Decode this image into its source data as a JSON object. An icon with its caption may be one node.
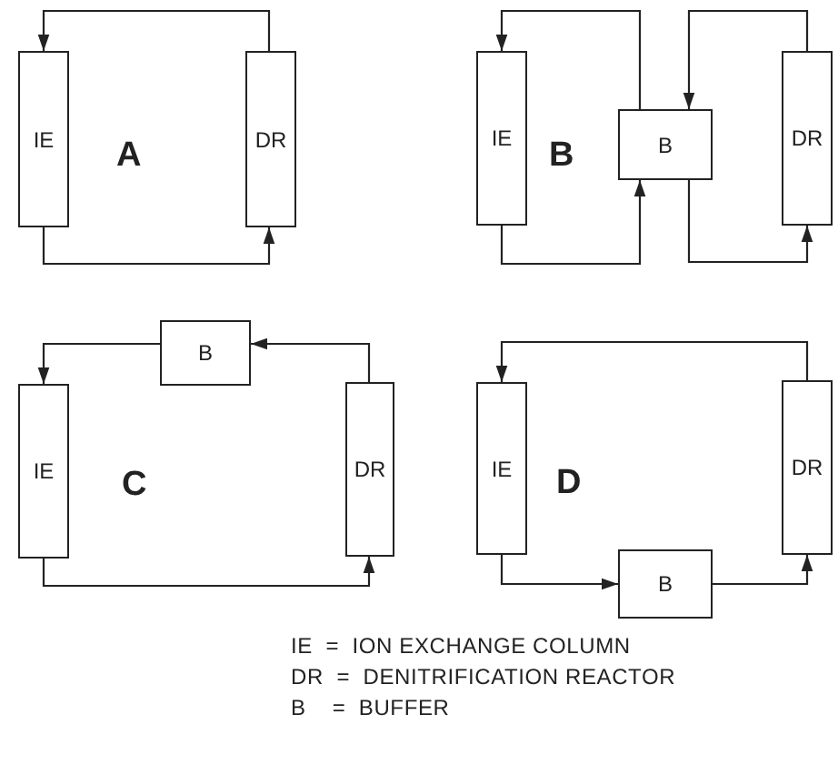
{
  "diagram": {
    "nodes": [
      {
        "text": [
          "IE"
        ]
      },
      {
        "text": [
          "DR"
        ]
      },
      {
        "text": [
          "IE"
        ]
      },
      {
        "text": [
          "B"
        ]
      },
      {
        "text": [
          "DR"
        ]
      },
      {
        "text": [
          "B"
        ]
      },
      {
        "text": [
          "IE"
        ]
      },
      {
        "text": [
          "DR"
        ]
      },
      {
        "text": [
          "IE"
        ]
      },
      {
        "text": [
          "DR"
        ]
      },
      {
        "text": [
          "B"
        ]
      }
    ],
    "edges": [
      {
        "from": 1,
        "to": 0,
        "arrow": "to"
      },
      {
        "from": 0,
        "to": 1,
        "arrow": "to"
      },
      {
        "from": 3,
        "to": 2,
        "arrow": "to"
      },
      {
        "from": 2,
        "to": 3,
        "arrow": "to"
      },
      {
        "from": 4,
        "to": 3,
        "arrow": "to"
      },
      {
        "from": 3,
        "to": 4,
        "arrow": "to"
      },
      {
        "from": 7,
        "to": 5,
        "arrow": "to"
      },
      {
        "from": 5,
        "to": 6,
        "arrow": "to"
      },
      {
        "from": 6,
        "to": 7,
        "arrow": "to"
      },
      {
        "from": 9,
        "to": 8,
        "arrow": "to"
      },
      {
        "from": 8,
        "to": 10,
        "arrow": "to"
      },
      {
        "from": 10,
        "to": 9,
        "arrow": "to"
      }
    ],
    "labels": [
      "A",
      "B",
      "C",
      "D",
      "IE  =  ION EXCHANGE COLUMN",
      "DR  =  DENITRIFICATION REACTOR",
      "B    =  BUFFER"
    ]
  }
}
